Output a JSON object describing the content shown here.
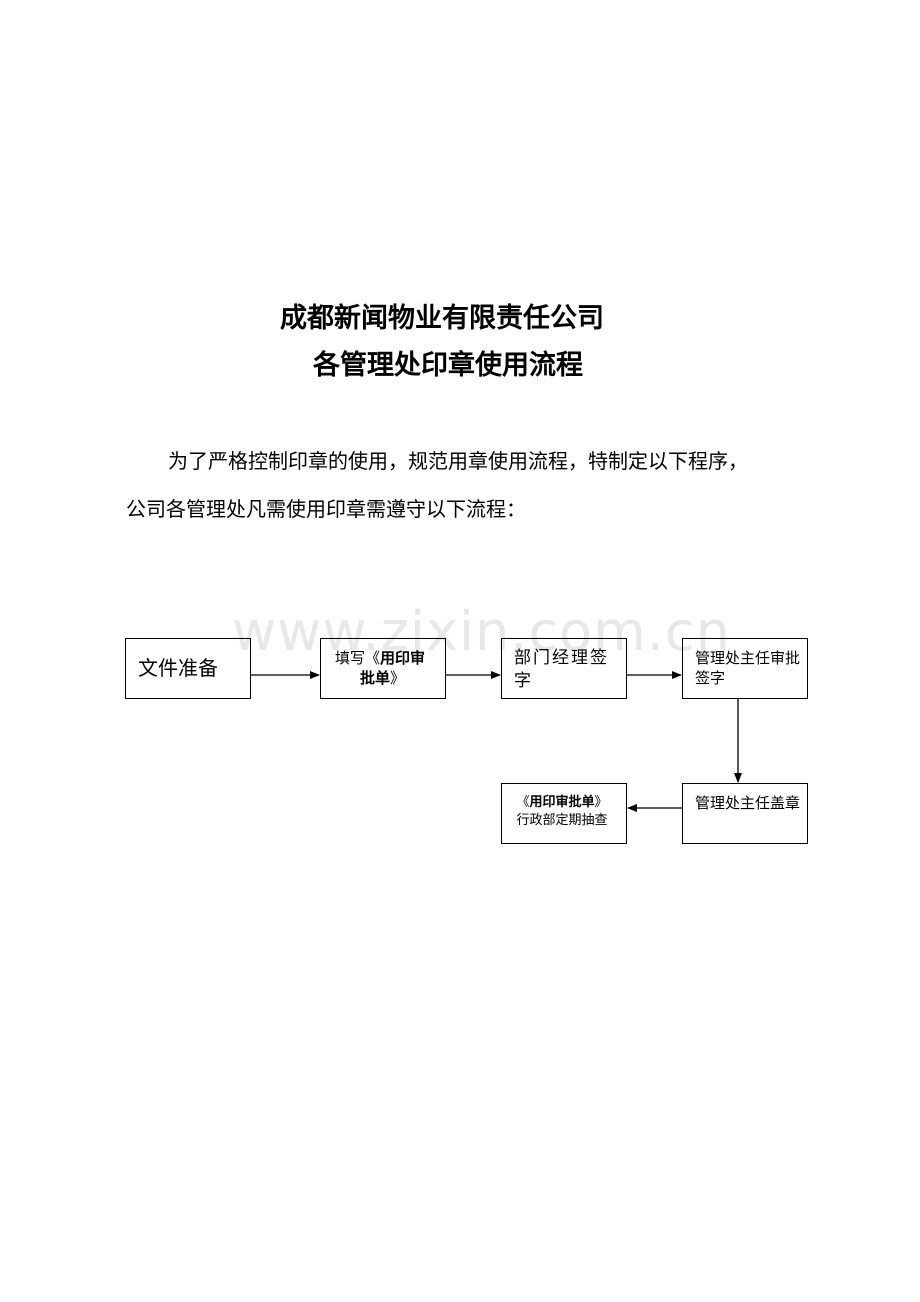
{
  "watermark": "www.zixin.com.cn",
  "title": {
    "line1": "成都新闻物业有限责任公司",
    "line2": "各管理处印章使用流程"
  },
  "intro": {
    "line1": "为了严格控制印章的使用，规范用章使用流程，特制定以下程序，",
    "line2": "公司各管理处凡需使用印章需遵守以下流程："
  },
  "flow": {
    "step1": "文件准备",
    "step2_prefix": "填写《",
    "step2_bold1": "用印审",
    "step2_bold2": "批单",
    "step2_suffix": "》",
    "step3": "部门经理签字",
    "step4": "管理处主任审批签字",
    "step5": "管理处主任盖章",
    "step6_open": "《",
    "step6_bold": "用印审批单",
    "step6_close": "》",
    "step6_line2": "行政部定期抽查"
  }
}
